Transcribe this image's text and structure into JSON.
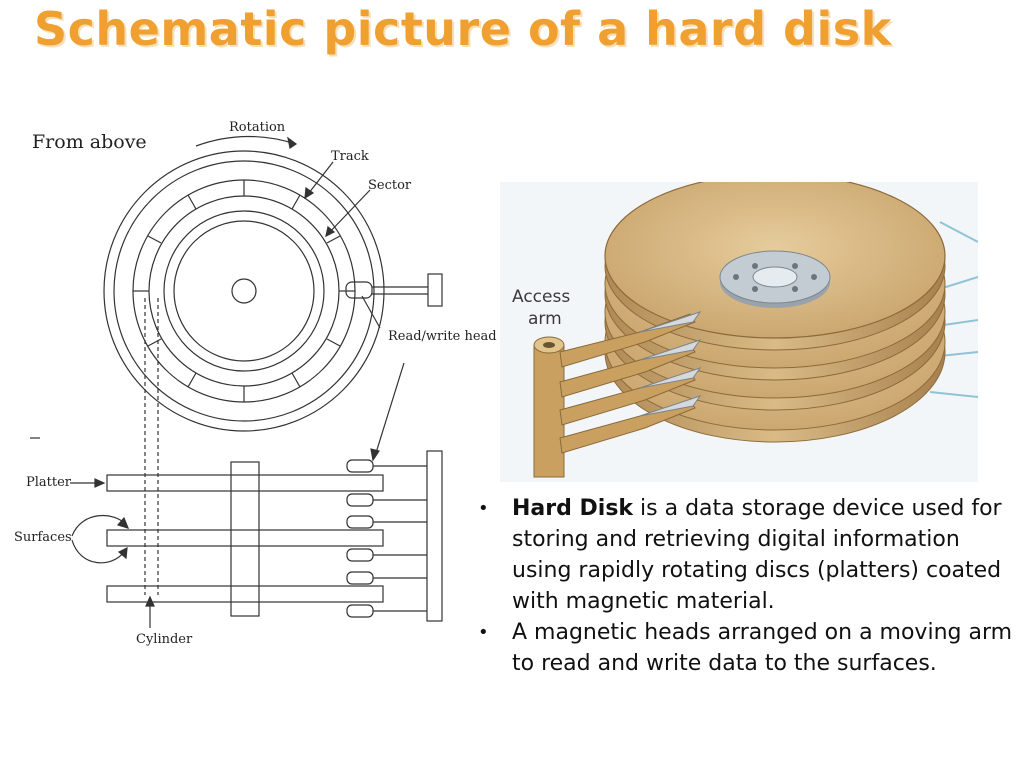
{
  "slide": {
    "title": "Schematic picture of a hard disk"
  },
  "schematic": {
    "labels": {
      "from_above": "From above",
      "rotation": "Rotation",
      "track": "Track",
      "sector": "Sector",
      "read_write_head": "Read/write head",
      "platter": "Platter",
      "surfaces": "Surfaces",
      "cylinder": "Cylinder"
    }
  },
  "photo": {
    "labels": {
      "access_line1": "Access",
      "access_line2": "arm"
    }
  },
  "bullets": [
    {
      "bold": "Hard Disk",
      "text": " is a data storage device used for storing and retrieving digital information using rapidly rotating discs (platters) coated with magnetic material."
    },
    {
      "bold": "",
      "text": "A magnetic heads arranged on a moving arm to read and write data to the surfaces."
    }
  ],
  "colors": {
    "title": "#f0a030",
    "platter": "#d2b07a",
    "hub": "#b8c0c8"
  }
}
